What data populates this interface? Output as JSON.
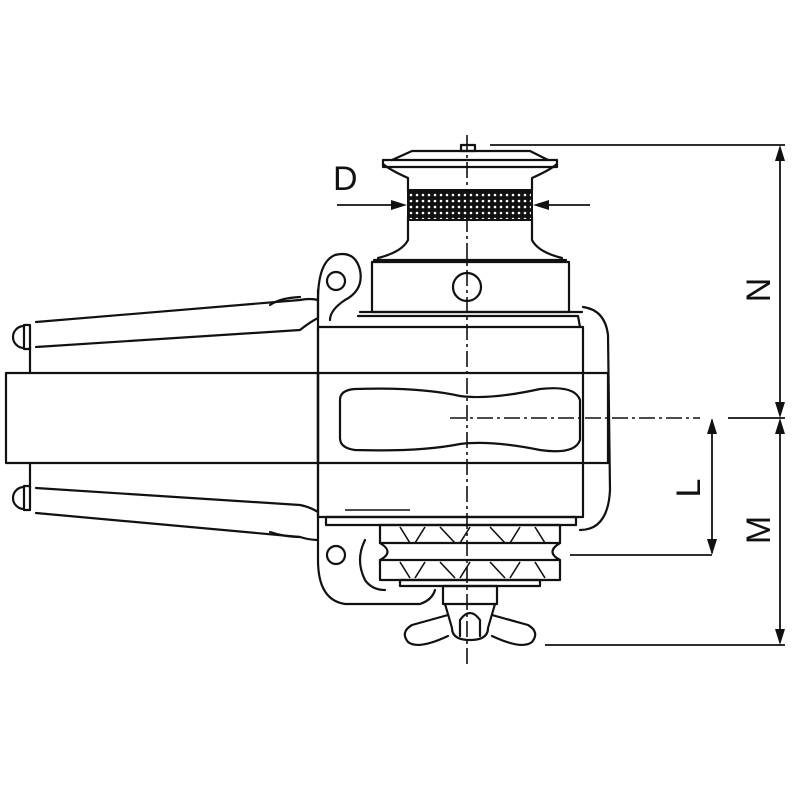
{
  "drawing": {
    "subject": "anchor windlass with capstan (side view)",
    "background": "#ffffff",
    "line_color": "#111111"
  },
  "dimensions": {
    "D": {
      "label": "D",
      "meaning": "capstan drum diameter"
    },
    "N": {
      "label": "N",
      "meaning": "height from shaft axis to top of capstan"
    },
    "L": {
      "label": "L",
      "meaning": "distance from shaft axis to gypsy groove"
    },
    "M": {
      "label": "M",
      "meaning": "distance from shaft axis to bottom of clutch handle"
    }
  }
}
